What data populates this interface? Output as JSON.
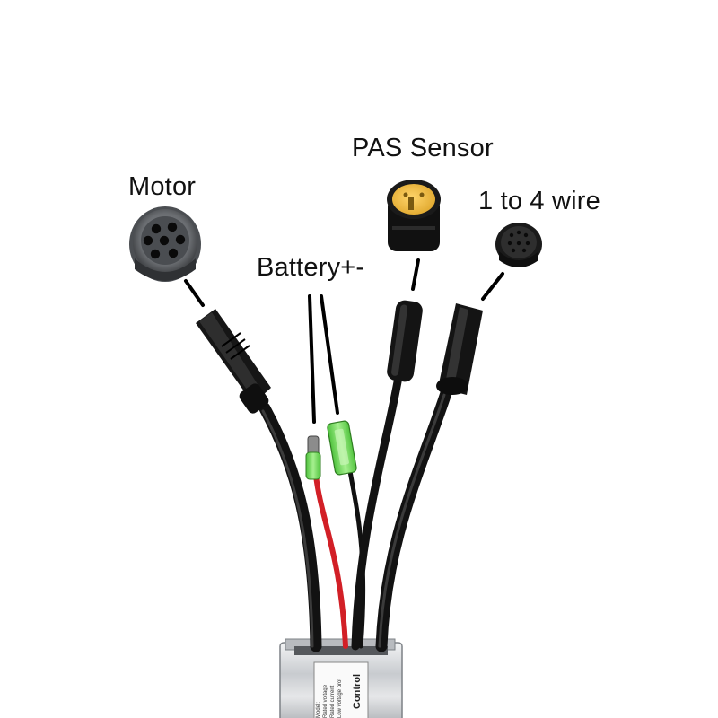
{
  "labels": {
    "motor": "Motor",
    "pas_sensor": "PAS Sensor",
    "one_to_four_wire": "1 to 4 wire",
    "battery": "Battery+-"
  },
  "controller_label": {
    "title": "Control",
    "lines": [
      "Model:",
      "Rated voltage",
      "Rated current",
      "Low voltage prot"
    ]
  },
  "colors": {
    "cable_black": "#141414",
    "battery_positive_wire": "#d21f26",
    "connector_green": "#7ee36a",
    "pas_connector_yellow": "#f2c14a",
    "controller_housing": "#c9ccd0"
  }
}
